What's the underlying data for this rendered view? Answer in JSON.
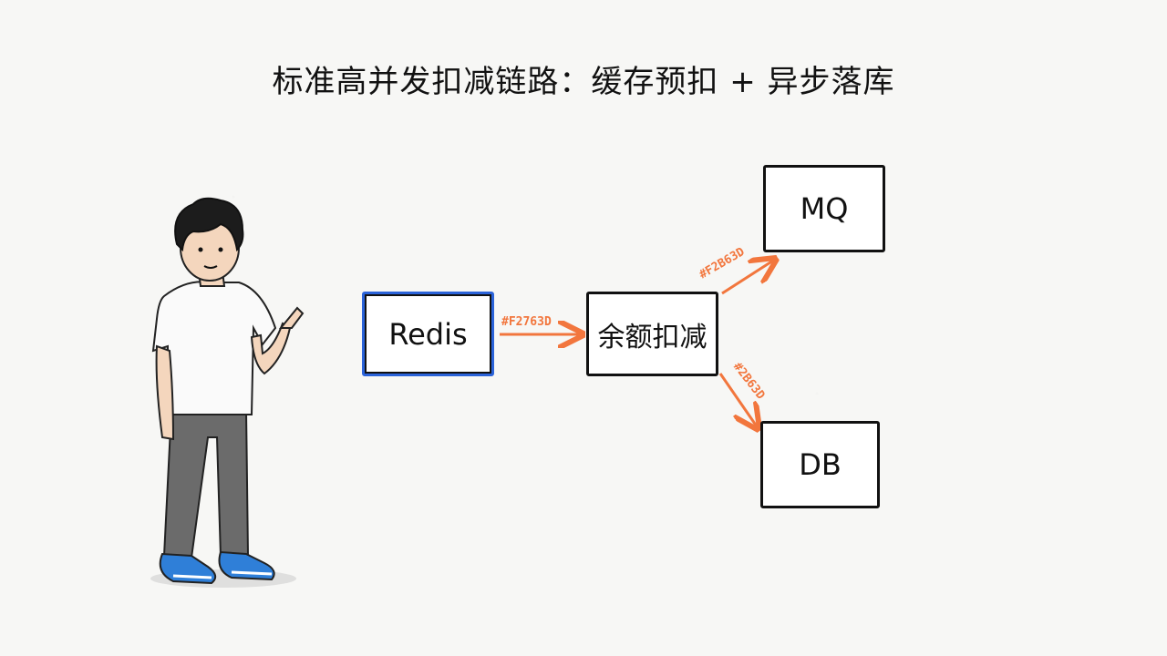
{
  "title": "标准高并发扣减链路：缓存预扣 + 异步落库",
  "nodes": {
    "redis": "Redis",
    "deduct": "余额扣减",
    "mq": "MQ",
    "db": "DB"
  },
  "edges": [
    {
      "from": "redis",
      "to": "deduct",
      "label": "#F2763D"
    },
    {
      "from": "deduct",
      "to": "mq",
      "label": "#F2B63D"
    },
    {
      "from": "deduct",
      "to": "db",
      "label": "#2B63D"
    }
  ],
  "colors": {
    "arrow": "#F2763D",
    "redis_border": "#2B63D9",
    "box_border": "#111111",
    "shoe": "#2F7FD8"
  }
}
